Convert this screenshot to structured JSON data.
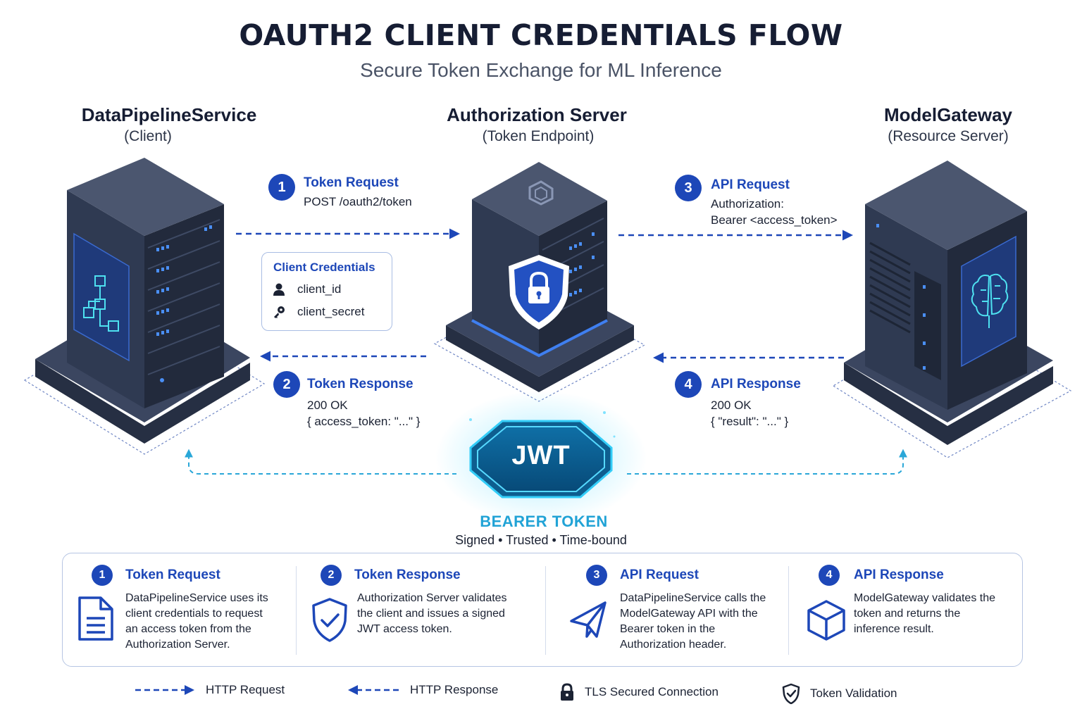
{
  "title": "OAUTH2 CLIENT CREDENTIALS FLOW",
  "subtitle": "Secure Token Exchange for ML Inference",
  "nodes": {
    "client": {
      "name": "DataPipelineService",
      "role": "(Client)"
    },
    "auth": {
      "name": "Authorization Server",
      "role": "(Token Endpoint)"
    },
    "resource": {
      "name": "ModelGateway",
      "role": "(Resource Server)"
    }
  },
  "steps": {
    "s1": {
      "num": "1",
      "title": "Token Request",
      "line1": "POST /oauth2/token"
    },
    "s2": {
      "num": "2",
      "title": "Token Response",
      "line1": "200 OK",
      "line2": "{ access_token: \"...\" }"
    },
    "s3": {
      "num": "3",
      "title": "API Request",
      "line1": "Authorization:",
      "line2": "Bearer <access_token>"
    },
    "s4": {
      "num": "4",
      "title": "API Response",
      "line1": "200 OK",
      "line2": "{ \"result\": \"...\" }"
    }
  },
  "credentials": {
    "title": "Client Credentials",
    "id_label": "client_id",
    "secret_label": "client_secret"
  },
  "jwt": {
    "label": "JWT",
    "caption": "BEARER TOKEN",
    "sub": "Signed • Trusted • Time-bound"
  },
  "panel": [
    {
      "num": "1",
      "title": "Token Request",
      "icon": "document-icon",
      "lines": [
        "DataPipelineService uses its",
        "client credentials to request",
        "an access token from the",
        "Authorization Server."
      ]
    },
    {
      "num": "2",
      "title": "Token Response",
      "icon": "shield-check-icon",
      "lines": [
        "Authorization Server validates",
        "the client and issues a signed",
        "JWT access token."
      ]
    },
    {
      "num": "3",
      "title": "API Request",
      "icon": "paper-plane-icon",
      "lines": [
        "DataPipelineService calls the",
        "ModelGateway API with the",
        "Bearer token in the",
        "Authorization header."
      ]
    },
    {
      "num": "4",
      "title": "API Response",
      "icon": "cube-icon",
      "lines": [
        "ModelGateway validates the",
        "token and returns the",
        "inference result."
      ]
    }
  ],
  "legend": {
    "request": "HTTP Request",
    "response": "HTTP Response",
    "tls": "TLS Secured Connection",
    "validation": "Token Validation"
  },
  "colors": {
    "accent": "#1d47b8",
    "arrow": "#1d47b8",
    "token_flow": "#2aa7d8",
    "server_body": "#2b3447",
    "glow": "#27c8f0"
  }
}
